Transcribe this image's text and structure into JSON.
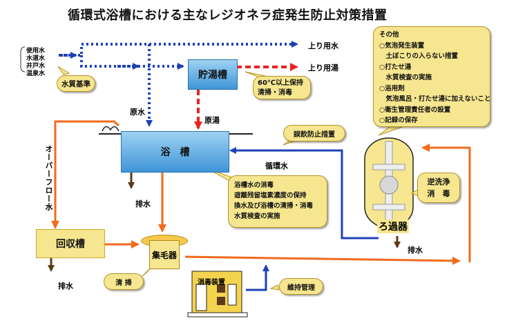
{
  "title": "循環式浴槽における主なレジオネラ症発生防止対策措置",
  "sources": [
    "使用水",
    "水道水",
    "井戸水",
    "温泉水"
  ],
  "labels": {
    "upper_water": "上り用水",
    "upper_hot": "上り用湯",
    "raw_water": "原水",
    "source_hot": "原湯",
    "drain1": "排水",
    "drain2": "排水",
    "drain3": "排水",
    "circulation": "循環水",
    "overflow": "オーバーフロー水"
  },
  "boxes": {
    "storage_tank": "貯湯槽",
    "bathtub": "浴　槽",
    "collection_tank": "回収槽",
    "hair_catcher": "集毛器",
    "filter": "ろ過器",
    "disinfection_device": "消毒装置"
  },
  "callouts": {
    "water_quality": "水質基準",
    "storage_note": [
      "60℃以上保持",
      "清掃・消毒"
    ],
    "drink_prevent": "誤飲防止措置",
    "backwash": [
      "逆洗浄",
      "消　毒"
    ],
    "bath_notes": [
      "浴槽水の消毒",
      "遊離残留塩素濃度の保持",
      "換水及び浴槽の清掃・消毒",
      "水質検査の実施"
    ],
    "cleaning": "清 掃",
    "maintenance": "維持管理",
    "others": [
      "その他",
      "○気泡発生装置",
      "　土ぼこりの入らない措置",
      "○打たせ湯",
      "　水質検査の実施",
      "○浴用剤",
      "　気泡風呂・打たせ湯に加えないこと",
      "○衛生管理責任者の設置",
      "○記録の保存"
    ]
  },
  "colors": {
    "blue_line": "#1d3fb8",
    "orange_line": "#f26a1b",
    "red_line": "#e8231f",
    "tank_blue": "#3f95d8",
    "note_yellow": "#f6e690"
  }
}
